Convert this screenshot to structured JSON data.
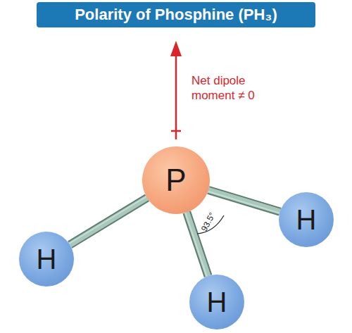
{
  "diagram": {
    "title": "Polarity of Phosphine (PH₃)",
    "nodes": [
      {
        "text": [
          "P"
        ]
      },
      {
        "text": [
          "H"
        ]
      },
      {
        "text": [
          "H"
        ]
      },
      {
        "text": [
          "H"
        ]
      }
    ],
    "edges": [
      {
        "from": 0,
        "to": 1,
        "arrow": "none"
      },
      {
        "from": 0,
        "to": 2,
        "arrow": "none"
      },
      {
        "from": 0,
        "to": 3,
        "arrow": "none"
      }
    ],
    "labels": [
      "Net dipole moment ≠ 0",
      "93.5°"
    ]
  }
}
